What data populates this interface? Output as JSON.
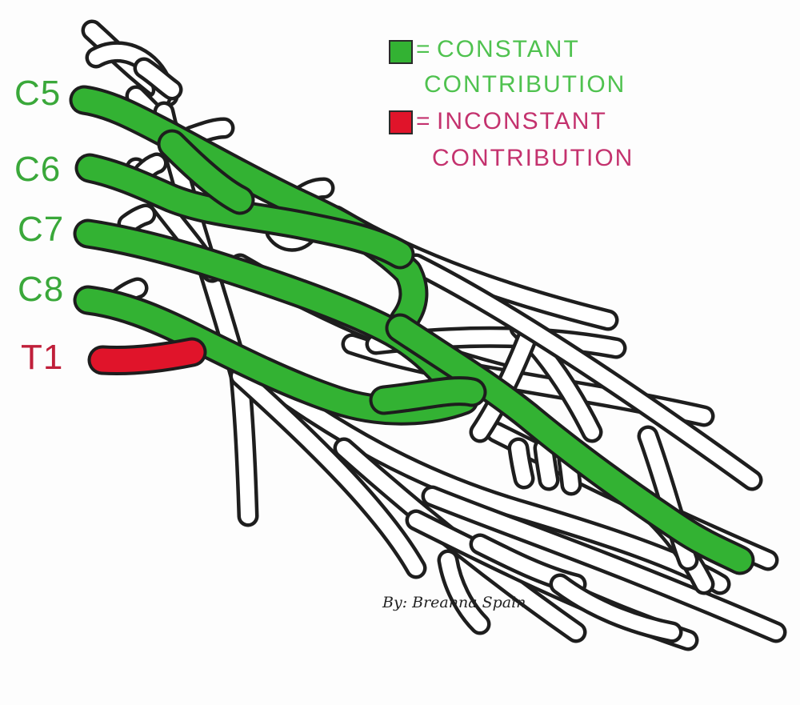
{
  "colors": {
    "constant": "#33b233",
    "inconstant": "#e0142a",
    "constant_text": "#4fc24f",
    "inconstant_text": "#c4326e",
    "label_green": "#3aa83a",
    "label_red": "#c01f3a",
    "outline": "#1e1e1e"
  },
  "legend": {
    "constant_symbol": "=",
    "constant_line1": "CONSTANT",
    "constant_line2": "CONTRIBUTION",
    "inconstant_symbol": "=",
    "inconstant_line1": "INCONSTANT",
    "inconstant_line2": "CONTRIBUTION"
  },
  "roots": [
    {
      "label": "C5",
      "contribution": "constant"
    },
    {
      "label": "C6",
      "contribution": "constant"
    },
    {
      "label": "C7",
      "contribution": "constant"
    },
    {
      "label": "C8",
      "contribution": "constant"
    },
    {
      "label": "T1",
      "contribution": "inconstant"
    }
  ],
  "credit": "By: Breanna Spain"
}
